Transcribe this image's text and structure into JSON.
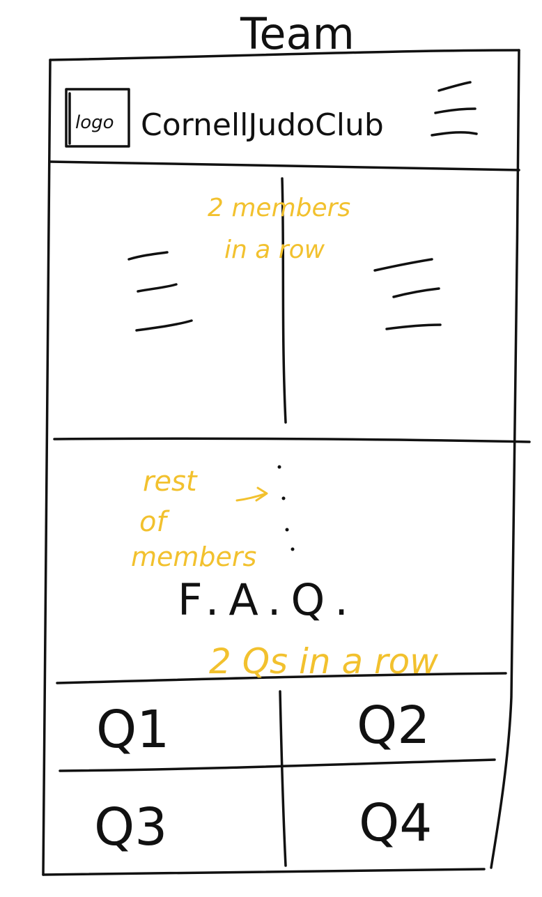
{
  "page_title": "Team",
  "header": {
    "logo_label": "logo",
    "site_name": "CornellJudoClub",
    "menu_icon": "hamburger-menu-icon"
  },
  "members_section": {
    "note_line1": "2 members",
    "note_line2": "in a row"
  },
  "rest_section": {
    "note_line1": "rest",
    "note_line2": "of",
    "note_line3": "members"
  },
  "faq": {
    "heading": "F.A.Q.",
    "note": "2 Qs in a row",
    "items": [
      "Q1",
      "Q2",
      "Q3",
      "Q4"
    ]
  },
  "colors": {
    "ink": "#111111",
    "annotation": "#f2c12e"
  }
}
